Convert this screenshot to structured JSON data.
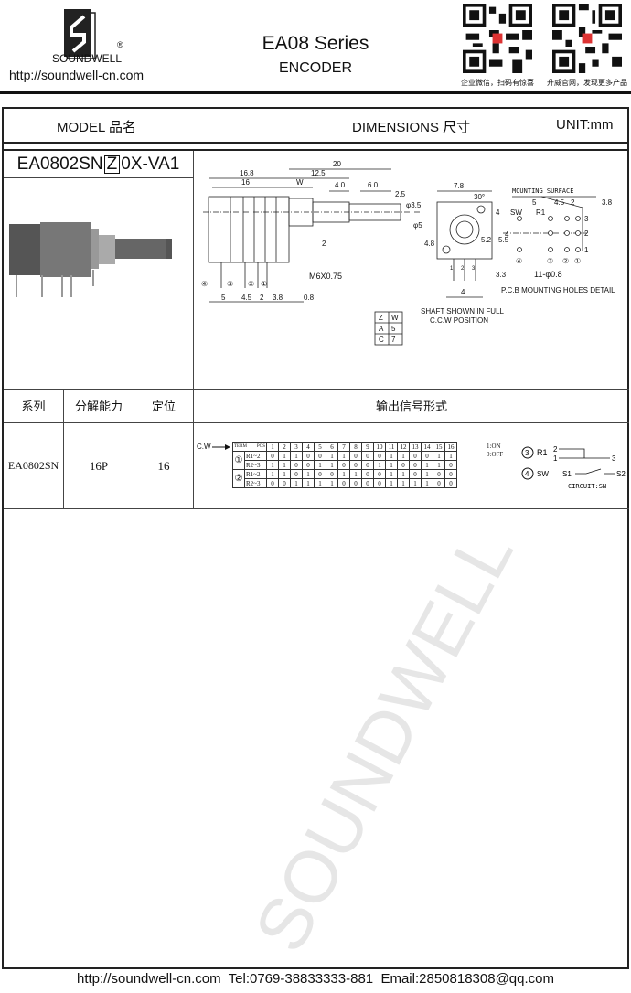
{
  "header": {
    "brand": "SOUNDWELL",
    "registered": "®",
    "url": "http://soundwell-cn.com",
    "title": "EA08 Series",
    "subtitle": "ENCODER",
    "qr": [
      {
        "caption": "企业微信，扫码有惊喜"
      },
      {
        "caption": "升威官网，发现更多产品"
      }
    ]
  },
  "model_row": {
    "model_label": "MODEL 品名",
    "dimensions_label": "DIMENSIONS 尺寸",
    "unit_label": "UNIT:mm"
  },
  "part_number": {
    "prefix": "EA0802SN",
    "boxed": "Z",
    "suffix": "0X-VA1"
  },
  "drawing": {
    "side_dims": [
      "16.8",
      "16",
      "20",
      "12.5",
      "W",
      "4.0",
      "6.0",
      "2.5",
      "φ3.5",
      "φ5",
      "2",
      "M6X0.75",
      "5",
      "4.5",
      "2",
      "3.8",
      "0.8"
    ],
    "pins": [
      "④",
      "③",
      "②",
      "①"
    ],
    "front_dims": [
      "7.8",
      "30°",
      "4",
      "4.8",
      "5.2",
      "5.5",
      "3.3",
      "4"
    ],
    "front_pins": [
      "1",
      "2",
      "3"
    ],
    "mount": {
      "title": "MOUNTING SURFACE",
      "dims": [
        "5",
        "4.5",
        "2",
        "3.8",
        "4"
      ],
      "labels": [
        "SW",
        "R1",
        "3",
        "2",
        "1"
      ],
      "pins": [
        "④",
        "③",
        "②",
        "①"
      ],
      "holes": "11-φ0.8",
      "caption": "P.C.B MOUNTING HOLES DETAIL"
    },
    "shaft_note": [
      "SHAFT SHOWN IN FULL",
      "C.C.W POSITION"
    ],
    "zw_table": {
      "headers": [
        "Z",
        "W"
      ],
      "rows": [
        [
          "A",
          "5"
        ],
        [
          "C",
          "7"
        ]
      ]
    }
  },
  "spec_table": {
    "headers": [
      "系列",
      "分解能力",
      "定位",
      "输出信号形式"
    ],
    "row": {
      "series": "EA0802SN",
      "resolution": "16P",
      "detent": "16"
    }
  },
  "timing": {
    "cw_label": "C.W",
    "term_label": "TERM",
    "pos_label": "POS",
    "positions": [
      "1",
      "2",
      "3",
      "4",
      "5",
      "6",
      "7",
      "8",
      "9",
      "10",
      "11",
      "12",
      "13",
      "14",
      "15",
      "16"
    ],
    "groups": [
      {
        "id": "①",
        "rows": [
          {
            "label": "R1~2",
            "values": [
              "0",
              "1",
              "1",
              "0",
              "0",
              "1",
              "1",
              "0",
              "0",
              "0",
              "1",
              "1",
              "0",
              "0",
              "1",
              "1"
            ]
          },
          {
            "label": "R2~3",
            "values": [
              "1",
              "1",
              "0",
              "0",
              "1",
              "1",
              "0",
              "0",
              "0",
              "1",
              "1",
              "0",
              "0",
              "1",
              "1",
              "0"
            ]
          }
        ]
      },
      {
        "id": "②",
        "rows": [
          {
            "label": "R1~2",
            "values": [
              "1",
              "1",
              "0",
              "1",
              "0",
              "0",
              "1",
              "1",
              "0",
              "0",
              "1",
              "1",
              "0",
              "1",
              "0",
              "0"
            ]
          },
          {
            "label": "R2~3",
            "values": [
              "0",
              "0",
              "1",
              "1",
              "1",
              "1",
              "0",
              "0",
              "0",
              "0",
              "1",
              "1",
              "1",
              "1",
              "0",
              "0"
            ]
          }
        ]
      }
    ],
    "legend": [
      "1:ON",
      "0:OFF"
    ]
  },
  "circuit": {
    "r1": {
      "num": "3",
      "label": "R1",
      "p2": "2",
      "p1": "1",
      "p3": "3"
    },
    "sw": {
      "num": "4",
      "label": "SW",
      "s1": "S1",
      "s2": "S2"
    },
    "caption": "CIRCUIT:SN"
  },
  "watermark": "SOUNDWELL",
  "footer": {
    "url": "http://soundwell-cn.com",
    "tel": "Tel:0769-38833333-881",
    "email": "Email:2850818308@qq.com"
  }
}
